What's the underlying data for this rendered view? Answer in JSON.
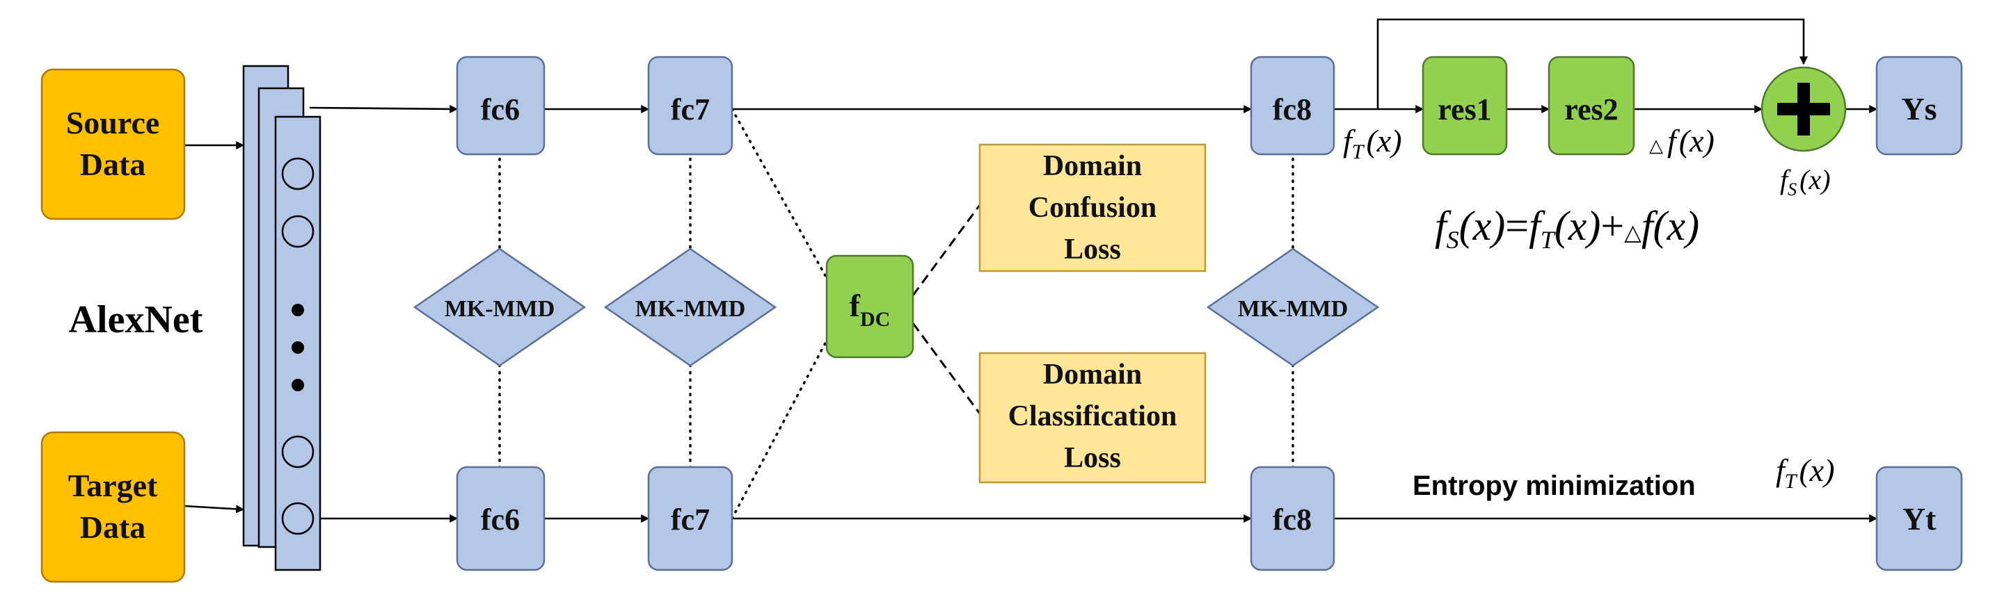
{
  "inputs": {
    "source_line1": "Source",
    "source_line2": "Data",
    "target_line1": "Target",
    "target_line2": "Data"
  },
  "backbone": {
    "label": "AlexNet"
  },
  "layers": {
    "fc6_top": "fc6",
    "fc7_top": "fc7",
    "fc8_top": "fc8",
    "fc6_bottom": "fc6",
    "fc7_bottom": "fc7",
    "fc8_bottom": "fc8"
  },
  "mmd": {
    "fc6": "MK-MMD",
    "fc7": "MK-MMD",
    "fc8": "MK-MMD"
  },
  "discriminator": {
    "main": "f",
    "sub": "DC"
  },
  "losses": {
    "confusion": [
      "Domain",
      "Confusion",
      "Loss"
    ],
    "classification": [
      "Domain",
      "Classification",
      "Loss"
    ]
  },
  "residual": {
    "res1": "res1",
    "res2": "res2",
    "plus_symbol": "+"
  },
  "outputs": {
    "ys": "Ys",
    "yt": "Yt"
  },
  "annotations": {
    "entropy": "Entropy minimization",
    "f_symbol": "f",
    "sub_T": "T",
    "sub_S": "S",
    "arg_x": "(x)",
    "delta": "△",
    "equation_eq": "=",
    "equation_plus": "+"
  },
  "colors": {
    "input_fill": "#FFC000",
    "input_stroke": "#B07A00",
    "layer_fill": "#B4C7E7",
    "layer_stroke": "#5A6F99",
    "residual_fill": "#92D050",
    "residual_stroke": "#4F7A2A",
    "loss_fill": "#FFE699",
    "loss_stroke": "#B99A3A"
  }
}
